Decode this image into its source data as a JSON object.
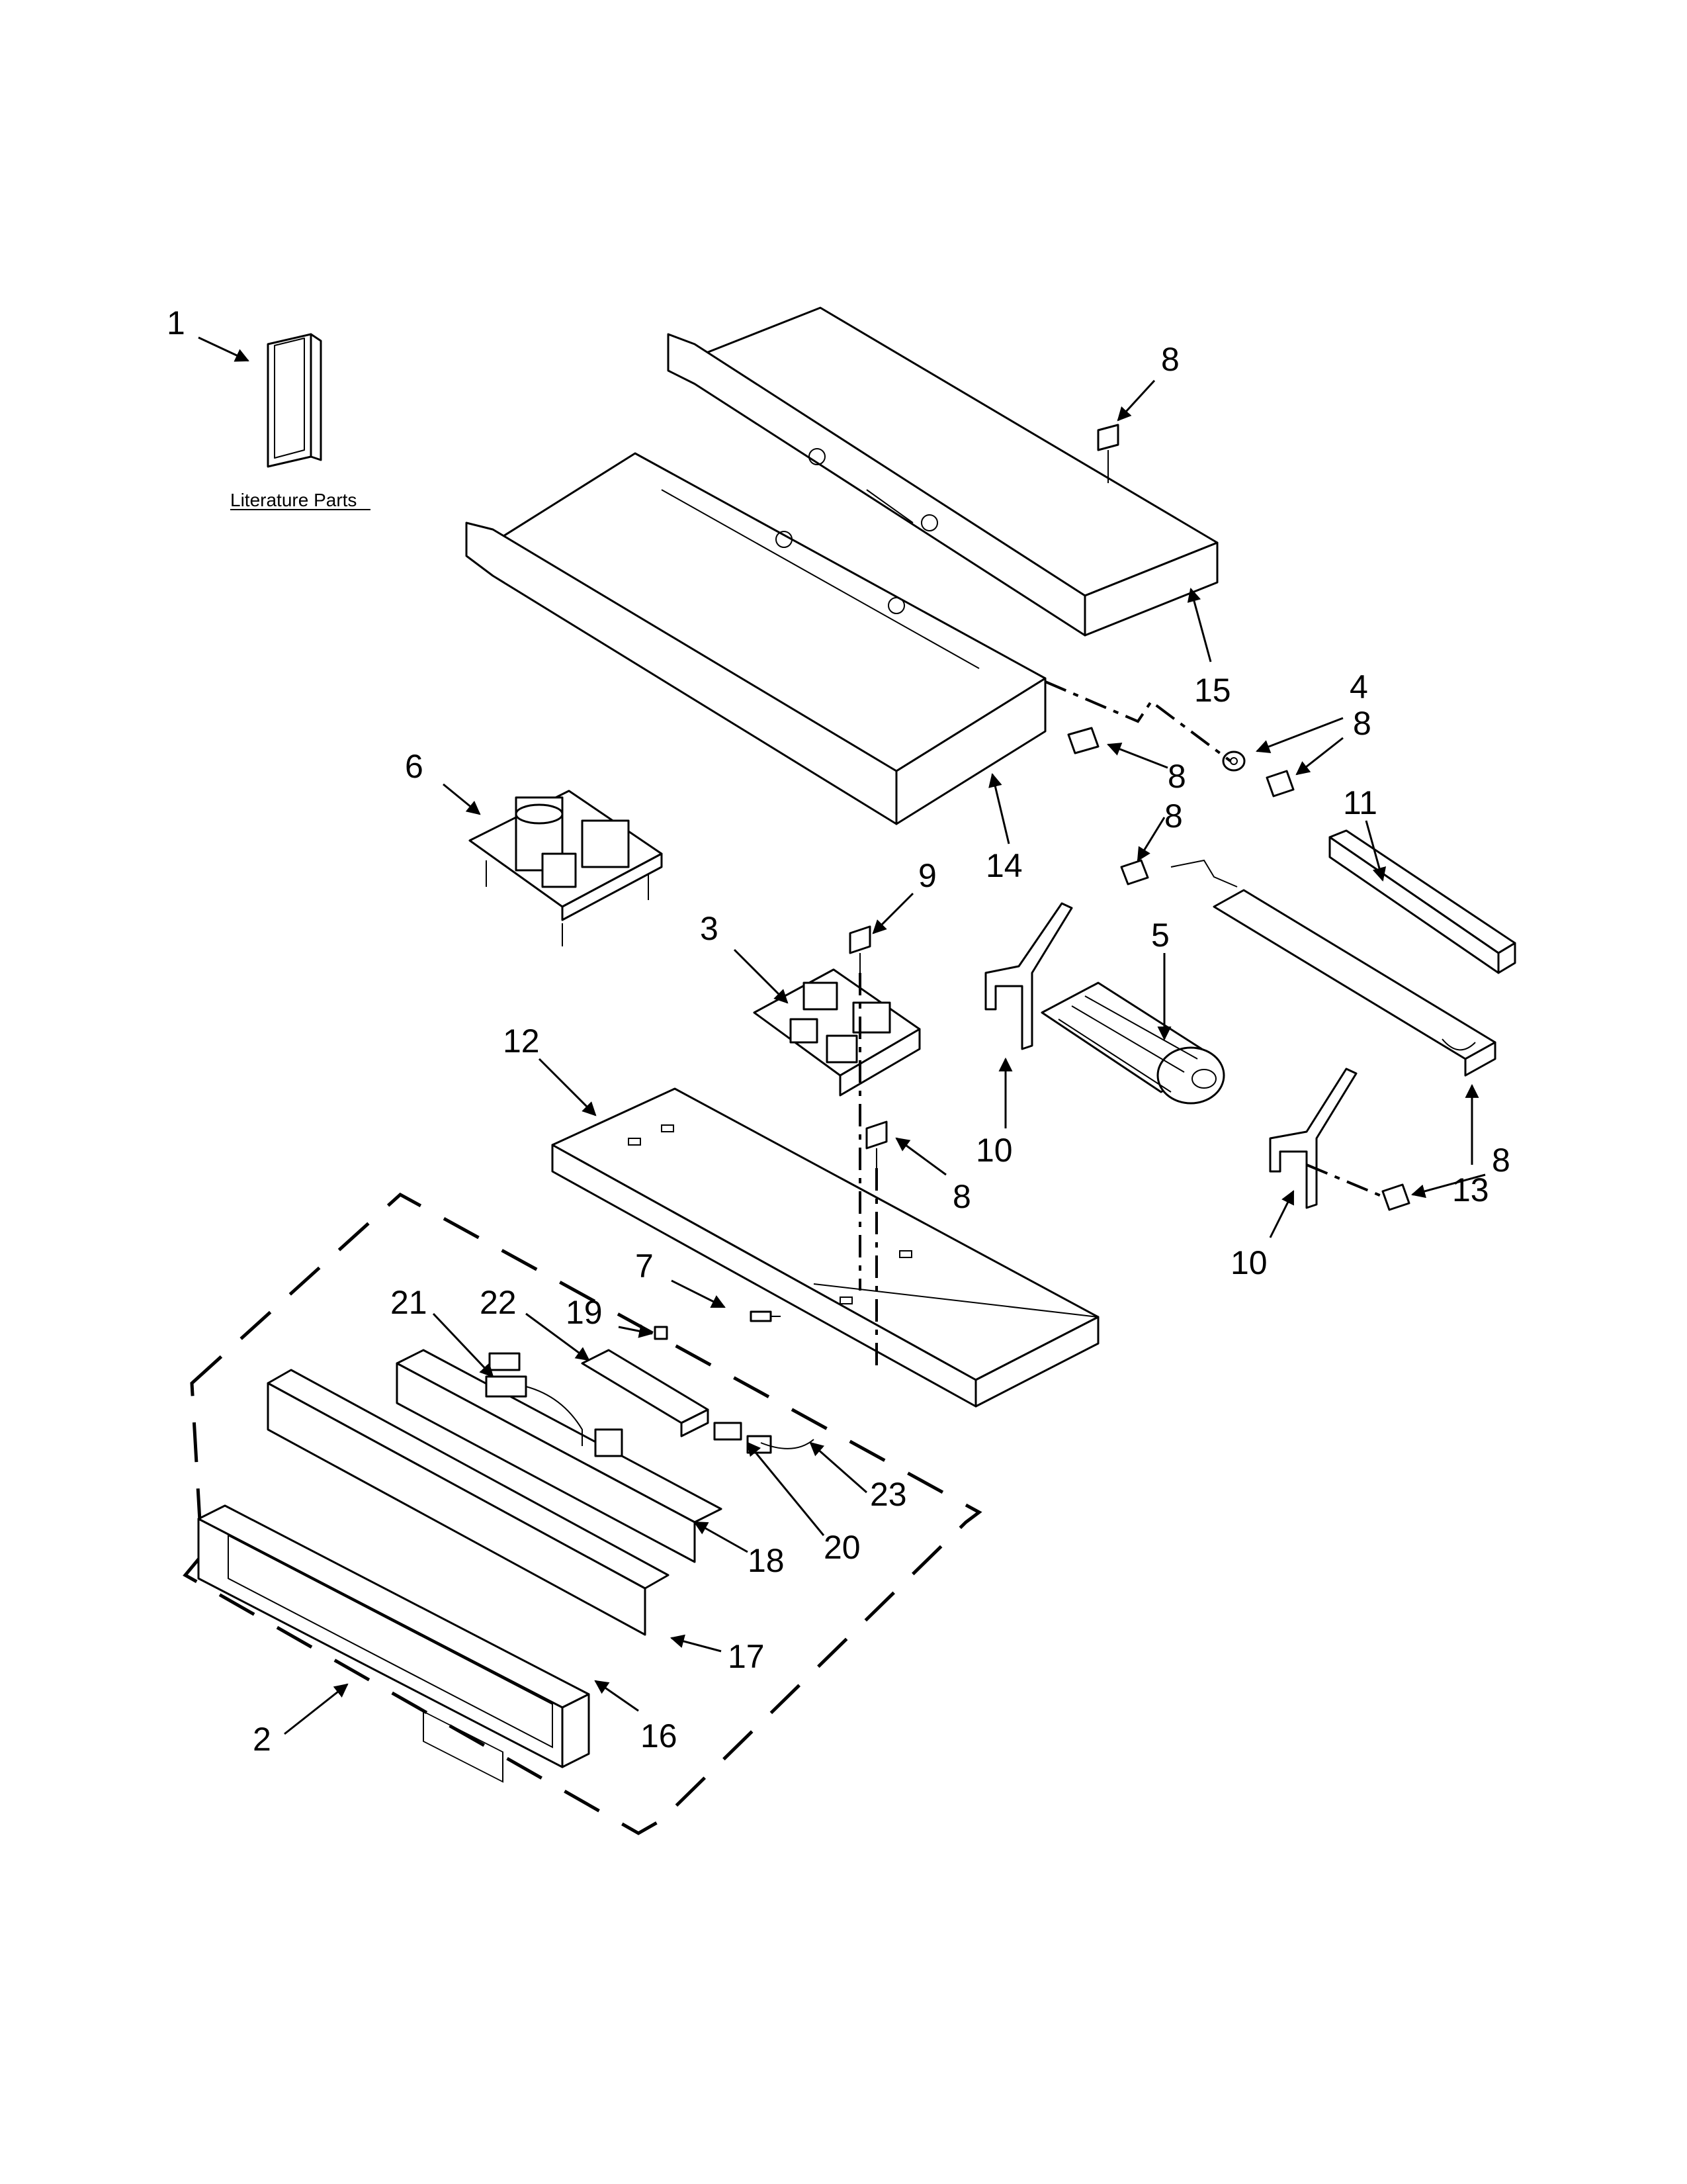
{
  "diagram": {
    "literature_caption": "Literature Parts",
    "callouts": [
      {
        "id": "c1",
        "label": "1"
      },
      {
        "id": "c2",
        "label": "2"
      },
      {
        "id": "c3",
        "label": "3"
      },
      {
        "id": "c4",
        "label": "4"
      },
      {
        "id": "c5",
        "label": "5"
      },
      {
        "id": "c6",
        "label": "6"
      },
      {
        "id": "c7",
        "label": "7"
      },
      {
        "id": "c8a",
        "label": "8"
      },
      {
        "id": "c8b",
        "label": "8"
      },
      {
        "id": "c8c",
        "label": "8"
      },
      {
        "id": "c8d",
        "label": "8"
      },
      {
        "id": "c8e",
        "label": "8"
      },
      {
        "id": "c8f",
        "label": "8"
      },
      {
        "id": "c9",
        "label": "9"
      },
      {
        "id": "c10a",
        "label": "10"
      },
      {
        "id": "c10b",
        "label": "10"
      },
      {
        "id": "c11",
        "label": "11"
      },
      {
        "id": "c12",
        "label": "12"
      },
      {
        "id": "c13",
        "label": "13"
      },
      {
        "id": "c14",
        "label": "14"
      },
      {
        "id": "c15",
        "label": "15"
      },
      {
        "id": "c16",
        "label": "16"
      },
      {
        "id": "c17",
        "label": "17"
      },
      {
        "id": "c18",
        "label": "18"
      },
      {
        "id": "c19",
        "label": "19"
      },
      {
        "id": "c20",
        "label": "20"
      },
      {
        "id": "c21",
        "label": "21"
      },
      {
        "id": "c22",
        "label": "22"
      },
      {
        "id": "c23",
        "label": "23"
      }
    ]
  }
}
